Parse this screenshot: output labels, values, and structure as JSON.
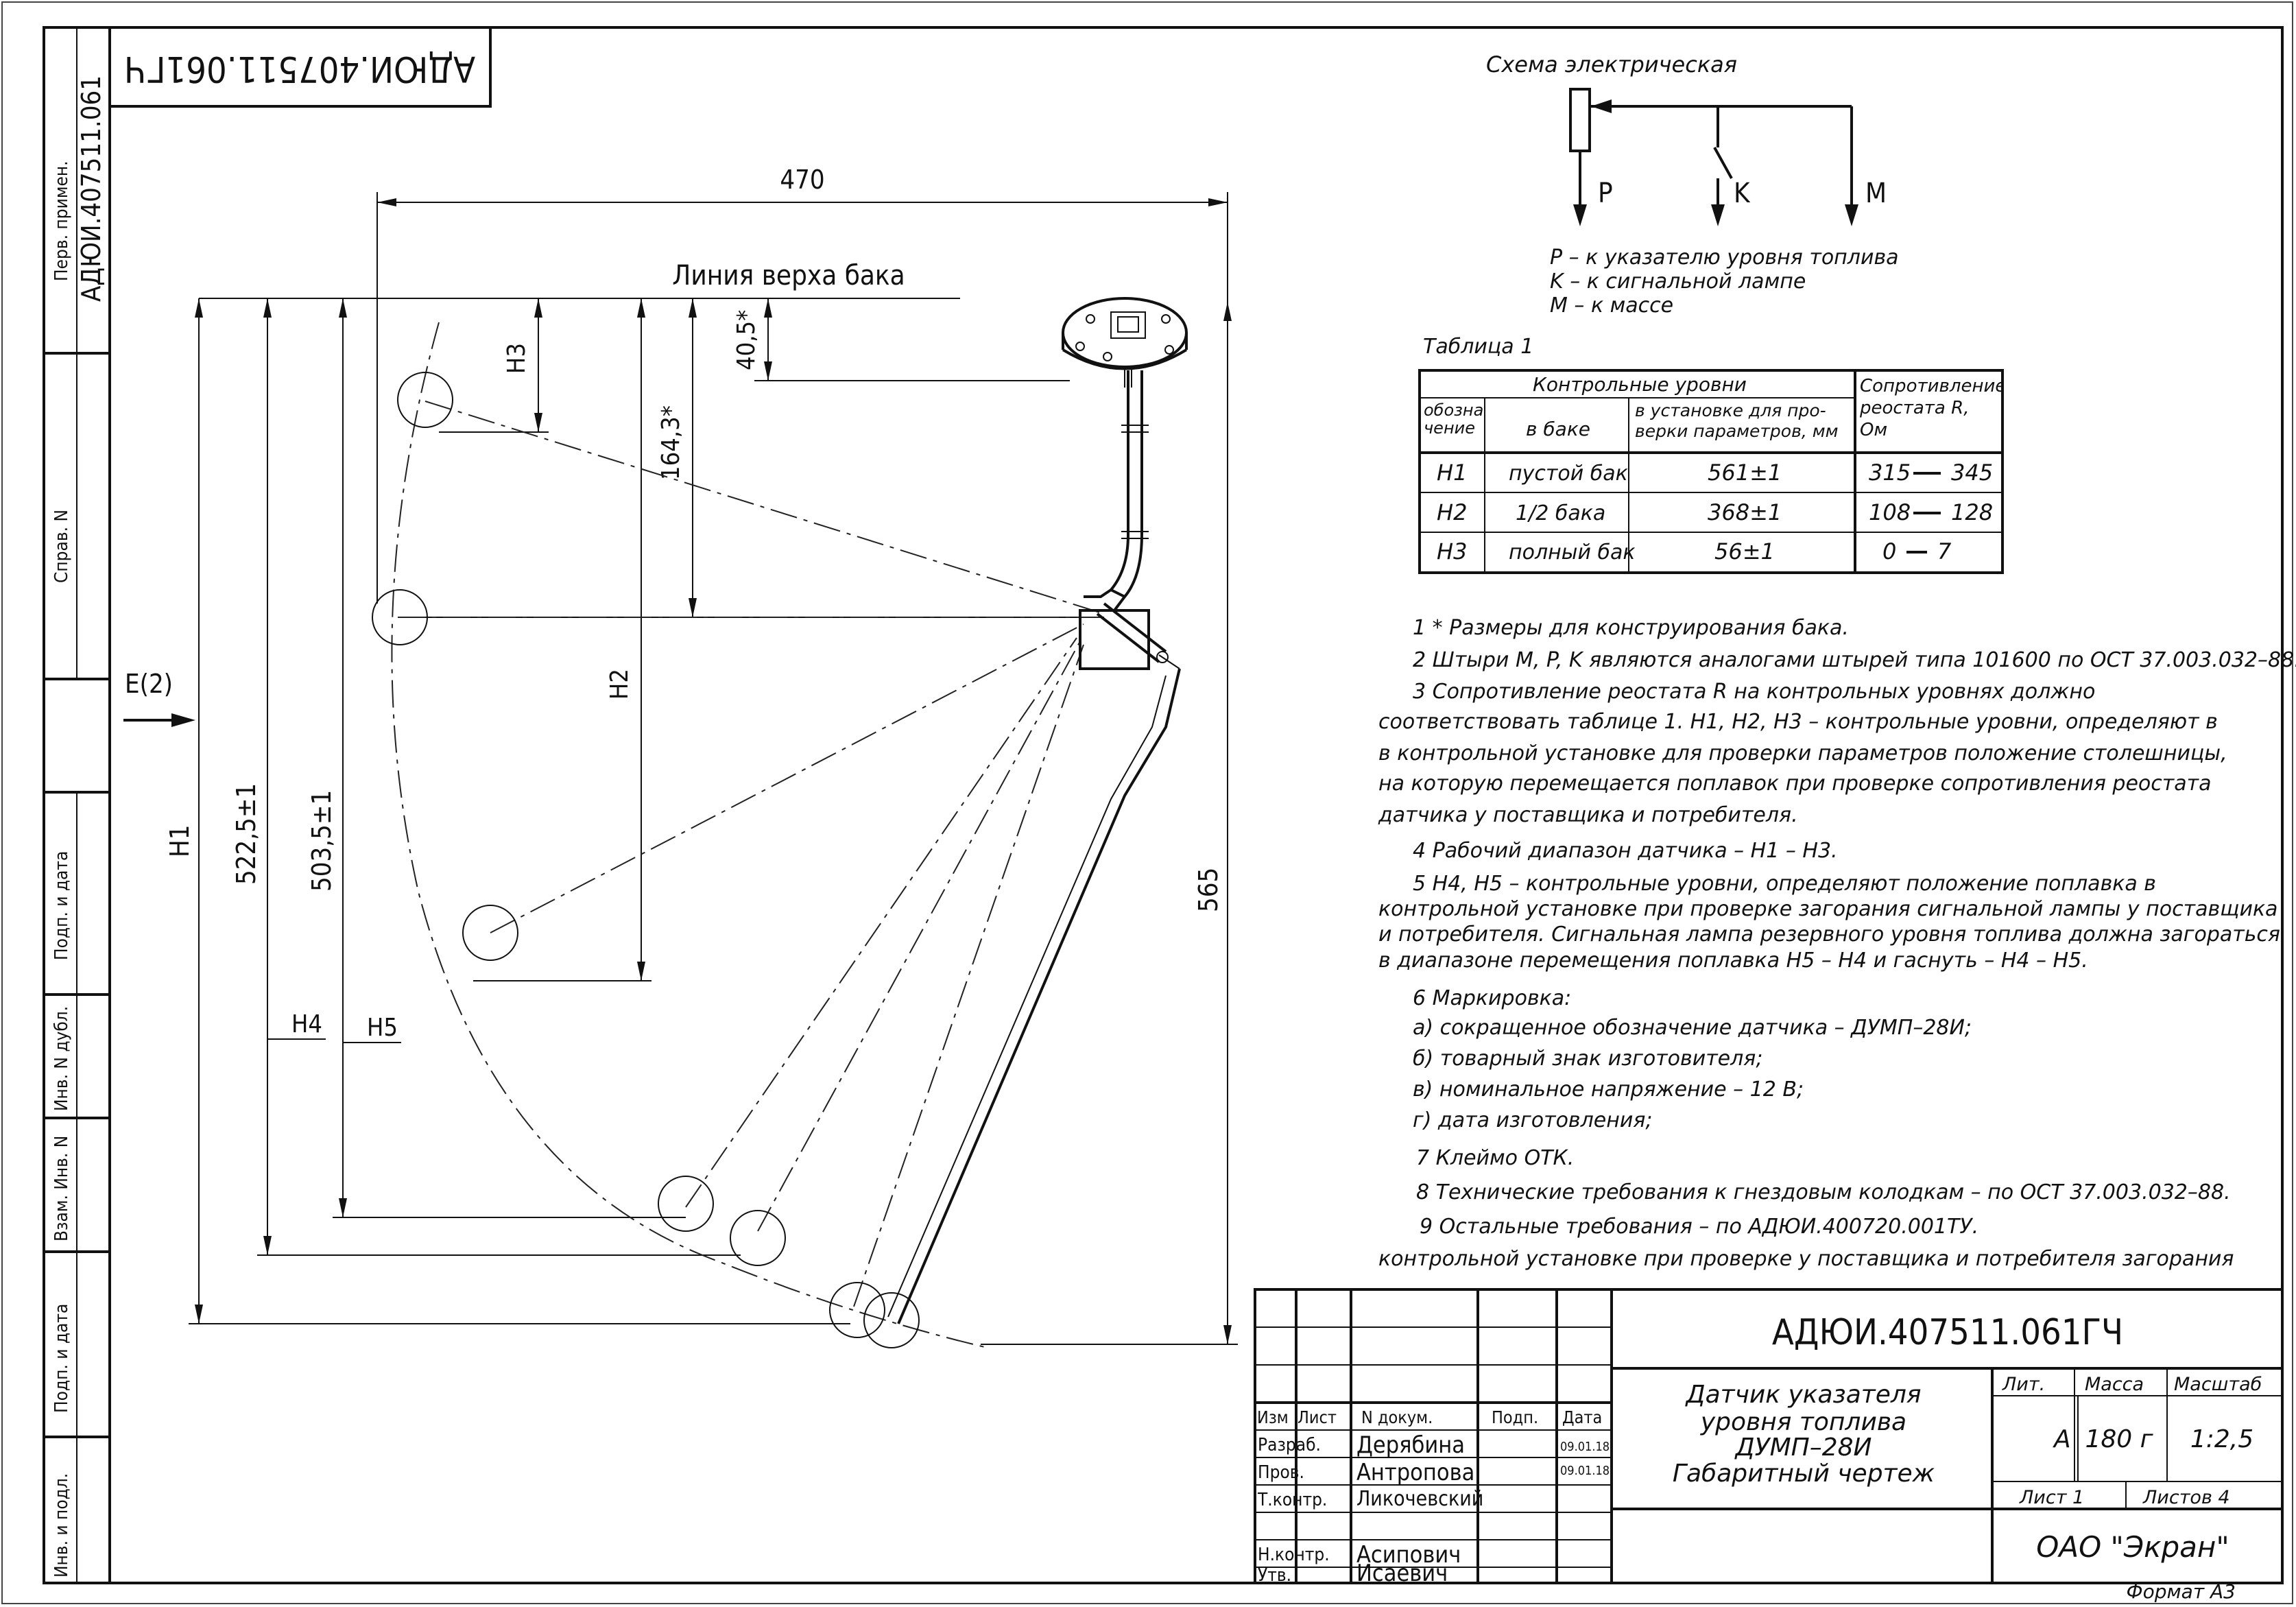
{
  "doc_code": "АДЮИ.407511.061ГЧ",
  "side_stamp": {
    "perv_primen": "Перв. примен.",
    "perv_primen_value": "АДЮИ.407511.061",
    "sprav": "Справ. N",
    "podp_data_1": "Подп. и дата",
    "inv_dubl": "Инв. N дубл.",
    "vzam_inv": "Взам. Инв. N",
    "podp_data_2": "Подп. и дата",
    "inv_podl": "Инв. и подл."
  },
  "view_label": "Е(2)",
  "dimensions": {
    "d470": "470",
    "tank_top": "Линия верха бака",
    "d40_5": "40,5*",
    "d164_3": "164,3*",
    "h3": "H3",
    "h2": "H2",
    "h1": "H1",
    "d522_5": "522,5±1",
    "d503_5": "503,5±1",
    "h4": "H4",
    "h5": "H5",
    "d565": "565"
  },
  "schematic": {
    "title": "Схема электрическая",
    "p": "P",
    "k": "K",
    "m": "M",
    "legend": [
      "P – к указателю уровня топлива",
      "K – к сигнальной лампе",
      "M – к массе"
    ]
  },
  "table": {
    "caption": "Таблица 1",
    "group_header": "Контрольные уровни",
    "col_designation": "обозна-чение",
    "col_tank": "в баке",
    "col_install": "в установке для про-верки параметров, мм",
    "col_resistance": "Сопротивление реостата R, Ом",
    "rows": [
      {
        "designation": "H1",
        "tank": "пустой бак",
        "install": "561±1",
        "res_min": "315",
        "res_max": "345"
      },
      {
        "designation": "H2",
        "tank": "1/2 бака",
        "install": "368±1",
        "res_min": "108",
        "res_max": "128"
      },
      {
        "designation": "H3",
        "tank": "полный бак",
        "install": "56±1",
        "res_min": "0",
        "res_max": "7"
      }
    ]
  },
  "notes": [
    "1 * Размеры для конструирования бака.",
    "2 Штыри M, P, K являются аналогами штырей типа 101600 по ОСТ 37.003.032–88.",
    "3 Сопротивление реостата R на контрольных уровнях должно",
    "соответствовать таблице 1. H1, H2, H3 – контрольные уровни, определяют в",
    "в контрольной установке для проверки параметров положение столешницы,",
    "на которую перемещается поплавок при проверке сопротивления реостата",
    "датчика у поставщика и потребителя.",
    "4 Рабочий диапазон датчика – H1 – H3.",
    "5 H4, H5 – контрольные уровни, определяют положение поплавка в",
    "контрольной установке при проверке загорания сигнальной лампы у поставщика",
    "и потребителя. Сигнальная лампа резервного уровня топлива должна загораться",
    "в диапазоне перемещения поплавка H5 – H4 и гаснуть – H4 – H5.",
    "6 Маркировка:",
    "а) сокращенное обозначение датчика – ДУМП–28И;",
    "б) товарный знак изготовителя;",
    "в) номинальное напряжение – 12 В;",
    "г) дата изготовления;",
    "7 Клеймо ОТК.",
    "8 Технические требования к гнездовым колодкам – по ОСТ 37.003.032–88.",
    "9 Остальные требования – по АДЮИ.400720.001ТУ.",
    "контрольной установке при проверке у поставщика и потребителя загорания"
  ],
  "title_block": {
    "code": "АДЮИ.407511.061ГЧ",
    "name_lines": [
      "Датчик указателя",
      "уровня топлива",
      "ДУМП–28И",
      "Габаритный чертеж"
    ],
    "hdr_izm": "Изм",
    "hdr_list": "Лист",
    "hdr_ndok": "N докум.",
    "hdr_podp": "Подп.",
    "hdr_data": "Дата",
    "roles": [
      {
        "role": "Разраб.",
        "name": "Дерябина",
        "date": "09.01.18"
      },
      {
        "role": "Пров.",
        "name": "Антропова",
        "date": "09.01.18"
      },
      {
        "role": "Т.контр.",
        "name": "Ликочевский",
        "date": ""
      },
      {
        "role": "",
        "name": "",
        "date": ""
      },
      {
        "role": "Н.контр.",
        "name": "Асипович",
        "date": ""
      },
      {
        "role": "Утв.",
        "name": "Исаевич",
        "date": ""
      }
    ],
    "lit": "Лит.",
    "massa": "Масса",
    "masshtab": "Масштаб",
    "lit_value": "А",
    "massa_value": "180 г",
    "masshtab_value": "1:2,5",
    "sheet": "Лист 1",
    "sheets": "Листов 4",
    "org": "ОАО \"Экран\""
  },
  "format": "Формат А3"
}
